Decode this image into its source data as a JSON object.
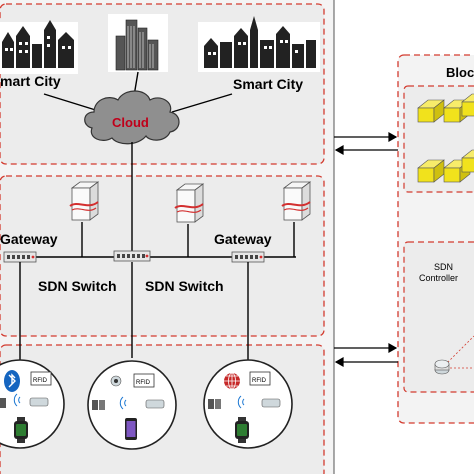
{
  "labels": {
    "smart_city_left": "mart City",
    "smart_city_right": "Smart City",
    "cloud": "Cloud",
    "gateway_left": "Gateway",
    "gateway_right": "Gateway",
    "sdn_switch_left": "SDN Switch",
    "sdn_switch_right": "SDN Switch",
    "blockchain": "Bloc",
    "sdn_controller_line1": "SDN",
    "sdn_controller_line2": "Controller",
    "rfid": "RFID"
  },
  "colors": {
    "dashed_border": "#d33b2f",
    "panel_fill": "#efefef",
    "cloud_fill": "#8f8f8f",
    "cloud_text": "#c0001a",
    "block_yellow": "#f1e21c",
    "server_red": "#d32f2f"
  },
  "icons": [
    "buildings-icon",
    "skyscraper-icon",
    "cloud-icon",
    "server-icon",
    "switch-icon",
    "bluetooth-icon",
    "rfid-icon",
    "smartwatch-icon",
    "smartphone-icon",
    "globe-icon",
    "router-icon",
    "blockchain-cube-icon"
  ]
}
